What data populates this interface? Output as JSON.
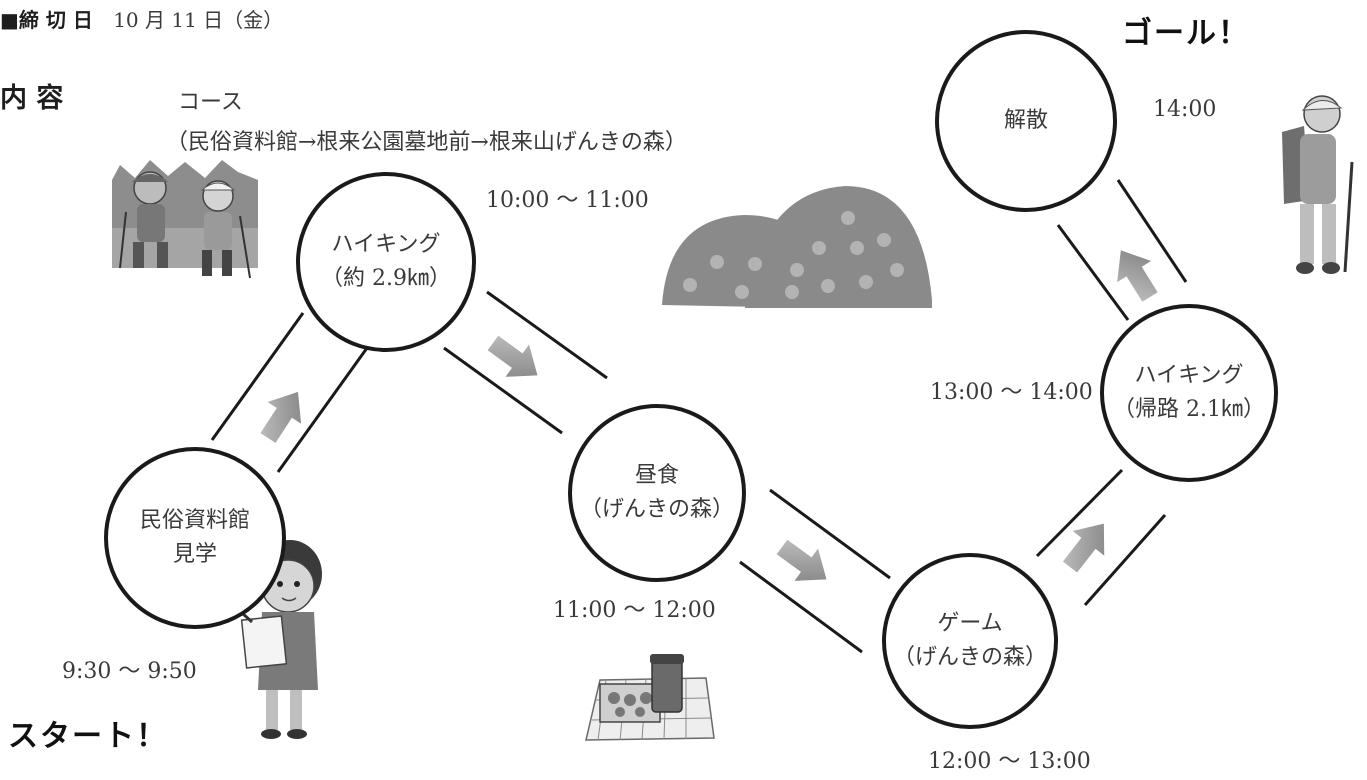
{
  "header": {
    "deadline_label": "■締 切 日",
    "deadline_value": "10 月 11 日（金）",
    "content_label": "内 容",
    "course_label": "コース",
    "course_route": "（民俗資料館→根来公園墓地前→根来山げんきの森）"
  },
  "start_label": "スタート！",
  "goal_label": "ゴール！",
  "nodes": [
    {
      "line1": "民俗資料館",
      "line2": "見学",
      "time": "9:30 〜 9:50"
    },
    {
      "line1": "ハイキング",
      "line2": "（約 2.9㎞）",
      "time": "10:00 〜 11:00"
    },
    {
      "line1": "昼食",
      "line2": "（げんきの森）",
      "time": "11:00 〜 12:00"
    },
    {
      "line1": "ゲーム",
      "line2": "（げんきの森）",
      "time": "12:00 〜 13:00"
    },
    {
      "line1": "ハイキング",
      "line2": "（帰路 2.1㎞）",
      "time": "13:00 〜 14:00"
    },
    {
      "line1": "解散",
      "line2": "",
      "time": "14:00"
    }
  ],
  "colors": {
    "text": "#3a3a3a",
    "circle_border": "#1a1a1a",
    "arrow_light": "#c4c4c4",
    "arrow_dark": "#7c7c7c",
    "hill": "#8a8a8a",
    "tree": "#b3b3b3"
  },
  "illustrations": [
    "hikers-illustration",
    "hills-illustration",
    "student-illustration",
    "lunch-picnic-illustration",
    "hiker-goal-illustration"
  ]
}
